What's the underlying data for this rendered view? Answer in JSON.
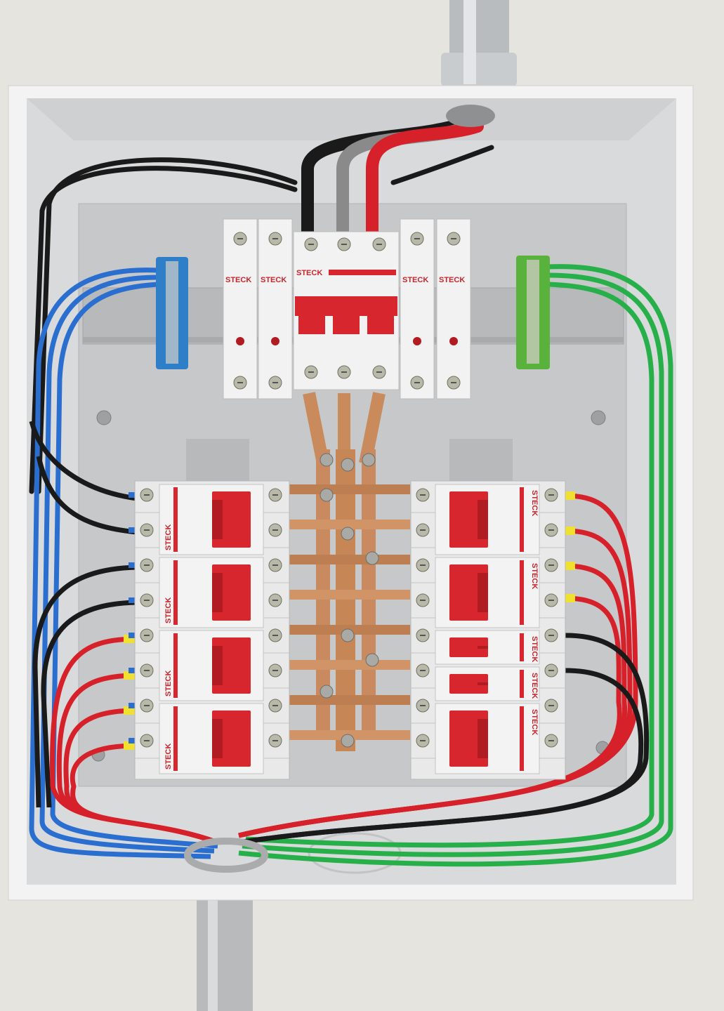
{
  "brand": "STECK",
  "colors": {
    "wall": "#e6e4df",
    "box": "#efefef",
    "plate": "#c7c9ca",
    "breaker_red": "#d8262e",
    "copper": "#c98a5c",
    "wire_blue": "#2a6fd0",
    "wire_red": "#d6202a",
    "wire_green": "#27b04a",
    "wire_black": "#1a1a1a",
    "wire_gray": "#8a8a8a"
  },
  "left_breakers": [
    {
      "poles": 2
    },
    {
      "poles": 2
    },
    {
      "poles": 2
    },
    {
      "poles": 2
    }
  ],
  "right_breakers": [
    {
      "poles": 2
    },
    {
      "poles": 2
    },
    {
      "poles": 1
    },
    {
      "poles": 1
    },
    {
      "poles": 2
    }
  ]
}
